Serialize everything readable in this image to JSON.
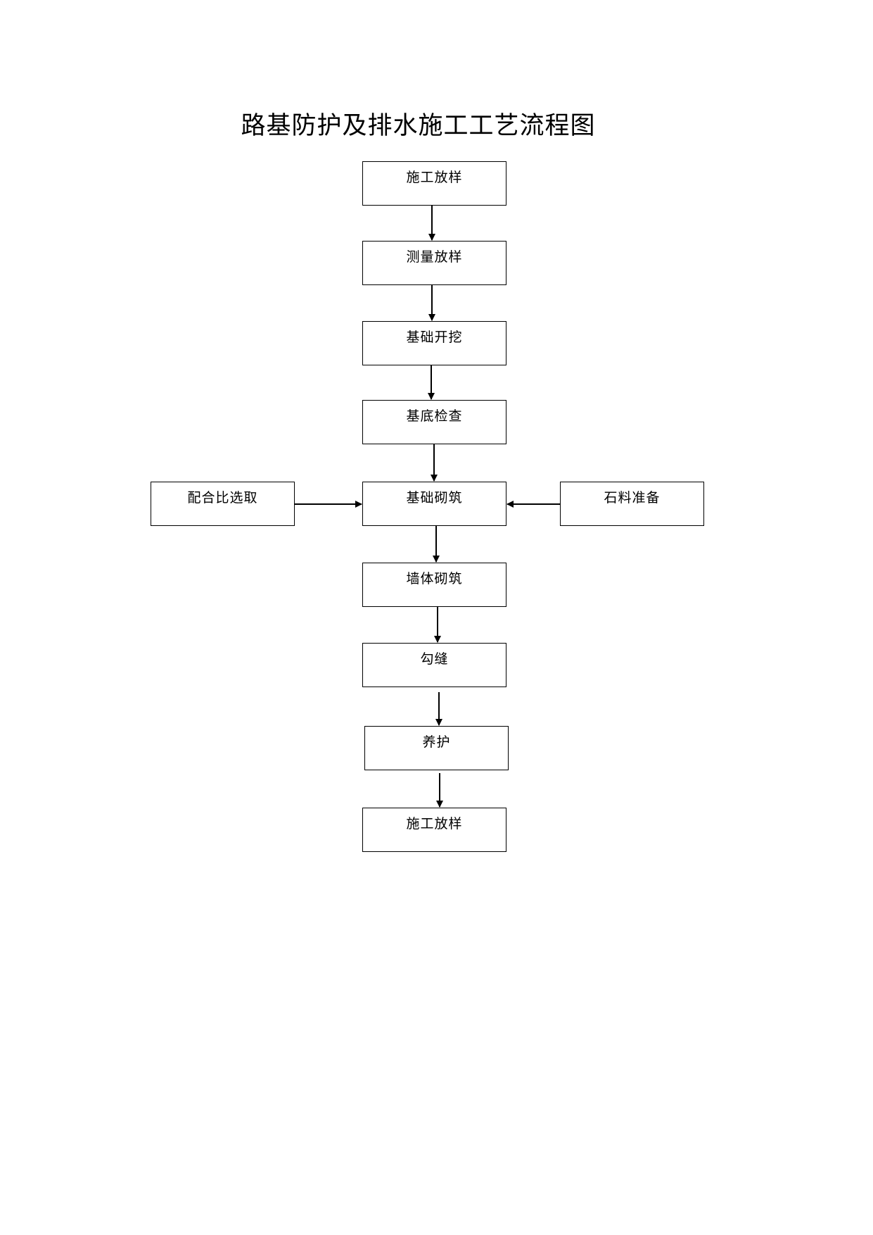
{
  "title": "路基防护及排水施工工艺流程图",
  "main_flow": [
    "施工放样",
    "测量放样",
    "基础开挖",
    "基底检查",
    "基础砌筑",
    "墙体砌筑",
    "勾缝",
    "养护",
    "施工放样"
  ],
  "side_inputs": {
    "left": "配合比选取",
    "right": "石料准备"
  }
}
